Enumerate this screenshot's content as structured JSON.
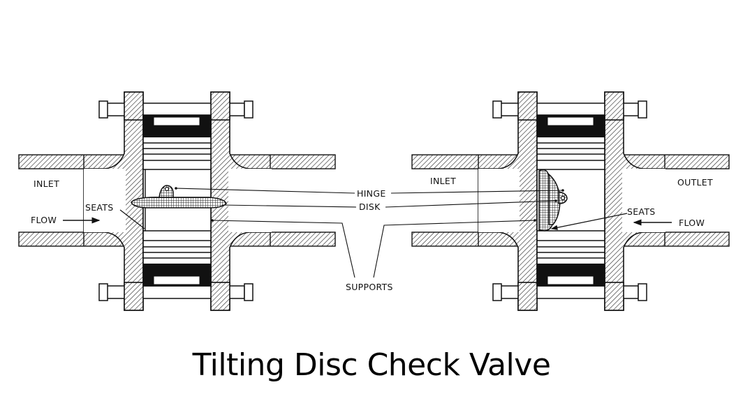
{
  "title": "Tilting Disc Check Valve",
  "left_valve": {
    "inlet": "INLET",
    "flow": "FLOW",
    "seats": "SEATS"
  },
  "right_valve": {
    "inlet": "INLET",
    "outlet": "OUTLET",
    "flow": "FLOW",
    "seats": "SEATS"
  },
  "callouts": {
    "hinge": "HINGE",
    "disk": "DISK",
    "supports": "SUPPORTS"
  }
}
